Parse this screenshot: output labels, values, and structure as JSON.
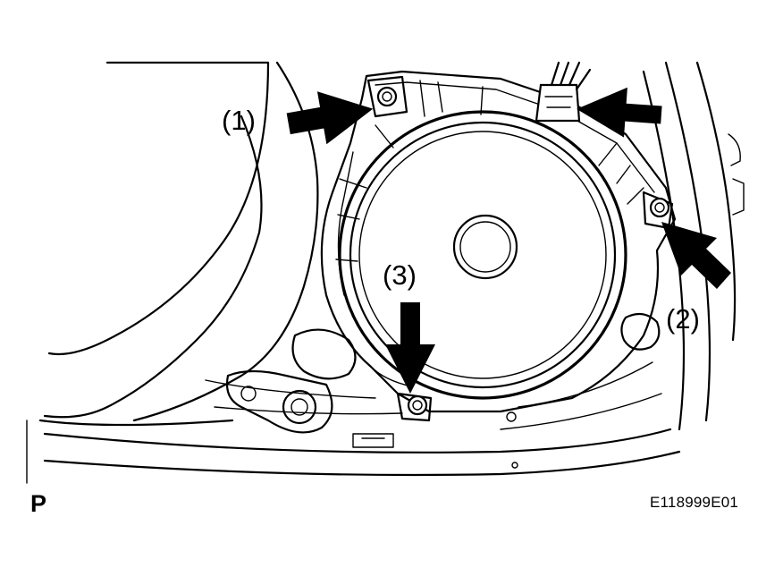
{
  "figure": {
    "callouts": [
      {
        "id": "1",
        "text": "(1)"
      },
      {
        "id": "2",
        "text": "(2)"
      },
      {
        "id": "3",
        "text": "(3)"
      }
    ],
    "view_marker": "P",
    "figure_id": "E118999E01"
  },
  "colors": {
    "line": "#000000",
    "background": "#ffffff"
  }
}
